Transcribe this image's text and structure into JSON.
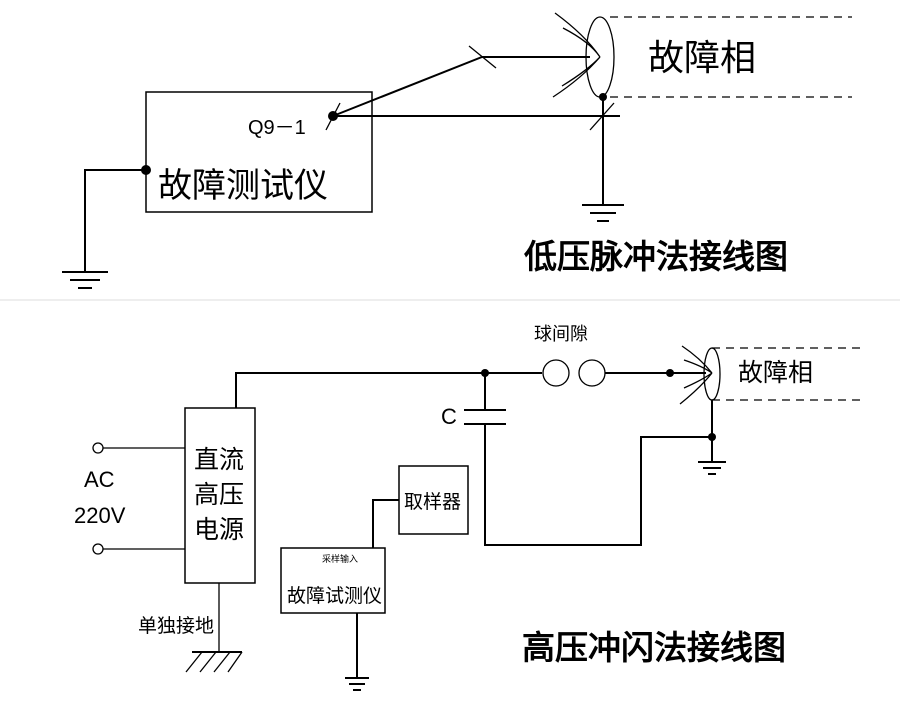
{
  "low_voltage": {
    "title": "低压脉冲法接线图",
    "tester_label": "故障测试仪",
    "terminal_label": "Q9－1",
    "cable_label": "故障相"
  },
  "high_voltage": {
    "title": "高压冲闪法接线图",
    "ac_label": "AC",
    "voltage_label": "220V",
    "supply_line1": "直流",
    "supply_line2": "高压",
    "supply_line3": "电源",
    "ground_label": "单独接地",
    "tester_label": "故障试测仪",
    "tester_input_label": "采样输入",
    "sampler_label": "取样器",
    "capacitor_label": "C",
    "gap_label": "球间隙",
    "cable_label": "故障相"
  }
}
